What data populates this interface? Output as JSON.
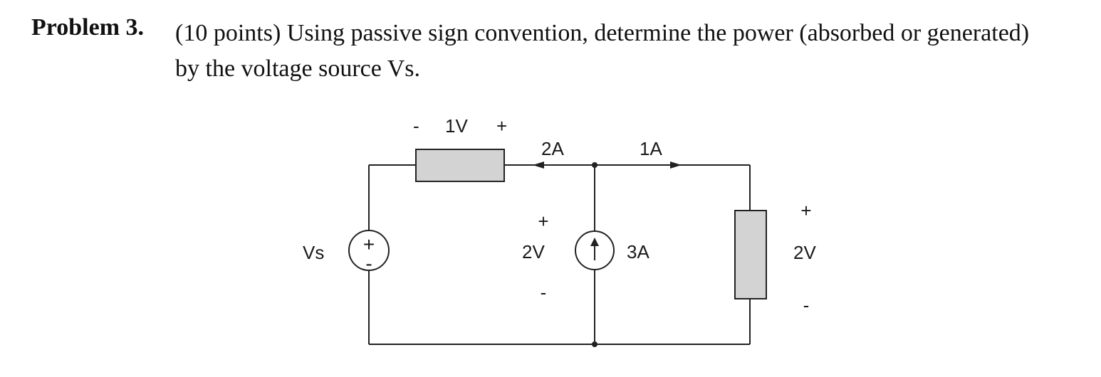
{
  "problem": {
    "label": "Problem 3.",
    "statement": "(10 points) Using passive sign convention, determine the power (absorbed or generated) by the voltage source Vs."
  },
  "circuit": {
    "resistor_top_voltage": {
      "minus": "-",
      "value": "1V",
      "plus": "+"
    },
    "current_left_label": "2A",
    "current_right_label": "1A",
    "middle_voltage": {
      "plus": "+",
      "value": "2V",
      "minus": "-"
    },
    "current_source_label": "3A",
    "right_voltage": {
      "plus": "+",
      "value": "2V",
      "minus": "-"
    },
    "voltage_source": {
      "label": "Vs",
      "plus": "+",
      "minus": "-"
    }
  }
}
